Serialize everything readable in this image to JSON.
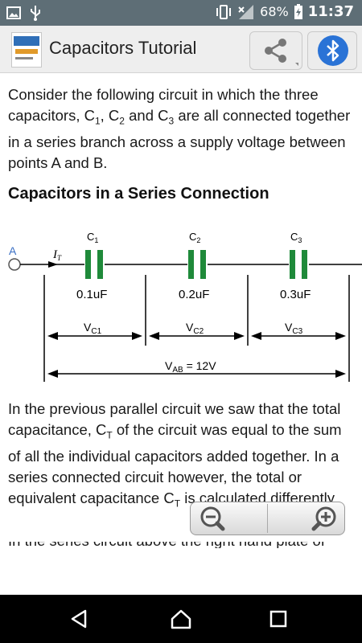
{
  "status_bar": {
    "battery": "68%",
    "time": "11:37",
    "icons": [
      "image-icon",
      "usb-icon",
      "vibrate-icon",
      "signal-icon",
      "battery-charging-icon"
    ]
  },
  "app_bar": {
    "title": "Capacitors Tutorial",
    "share_icon": "share-icon",
    "bluetooth_icon": "bluetooth-icon"
  },
  "content": {
    "para1": {
      "before": "Consider the following circuit in which the three capacitors, C",
      "s1": "1",
      "mid1": ", C",
      "s2": "2",
      "mid2": " and C",
      "s3": "3",
      "after": "  are all connected together in a series branch across a supply voltage between points A and B."
    },
    "heading": "Capacitors in a Series Connection",
    "diagram": {
      "point_label": "A",
      "current_label": "I",
      "current_sub": "T",
      "capacitors": [
        {
          "label": "C",
          "sub": "1",
          "value": "0.1uF",
          "voltage": "V",
          "voltage_sub": "C1"
        },
        {
          "label": "C",
          "sub": "2",
          "value": "0.2uF",
          "voltage": "V",
          "voltage_sub": "C2"
        },
        {
          "label": "C",
          "sub": "3",
          "value": "0.3uF",
          "voltage": "V",
          "voltage_sub": "C3"
        }
      ],
      "total_voltage": "V",
      "total_voltage_sub": "AB",
      "total_voltage_value": " = 12V"
    },
    "para2": {
      "t1": "In the previous parallel circuit we saw that the total capacitance, C",
      "s1": "T",
      "t2": " of the circuit was equal to the sum of all the individual capacitors added together. In a series connected circuit however, the total or equivalent capacitance C",
      "s2": "T",
      "t3": " is calculated differently."
    },
    "para3_partial": "In the series circuit above the right hand plate of"
  },
  "zoom": {
    "zoom_out_icon": "zoom-out-icon",
    "zoom_in_icon": "zoom-in-icon"
  },
  "nav": {
    "back_icon": "back-icon",
    "home_icon": "home-icon",
    "recents_icon": "recents-icon"
  }
}
